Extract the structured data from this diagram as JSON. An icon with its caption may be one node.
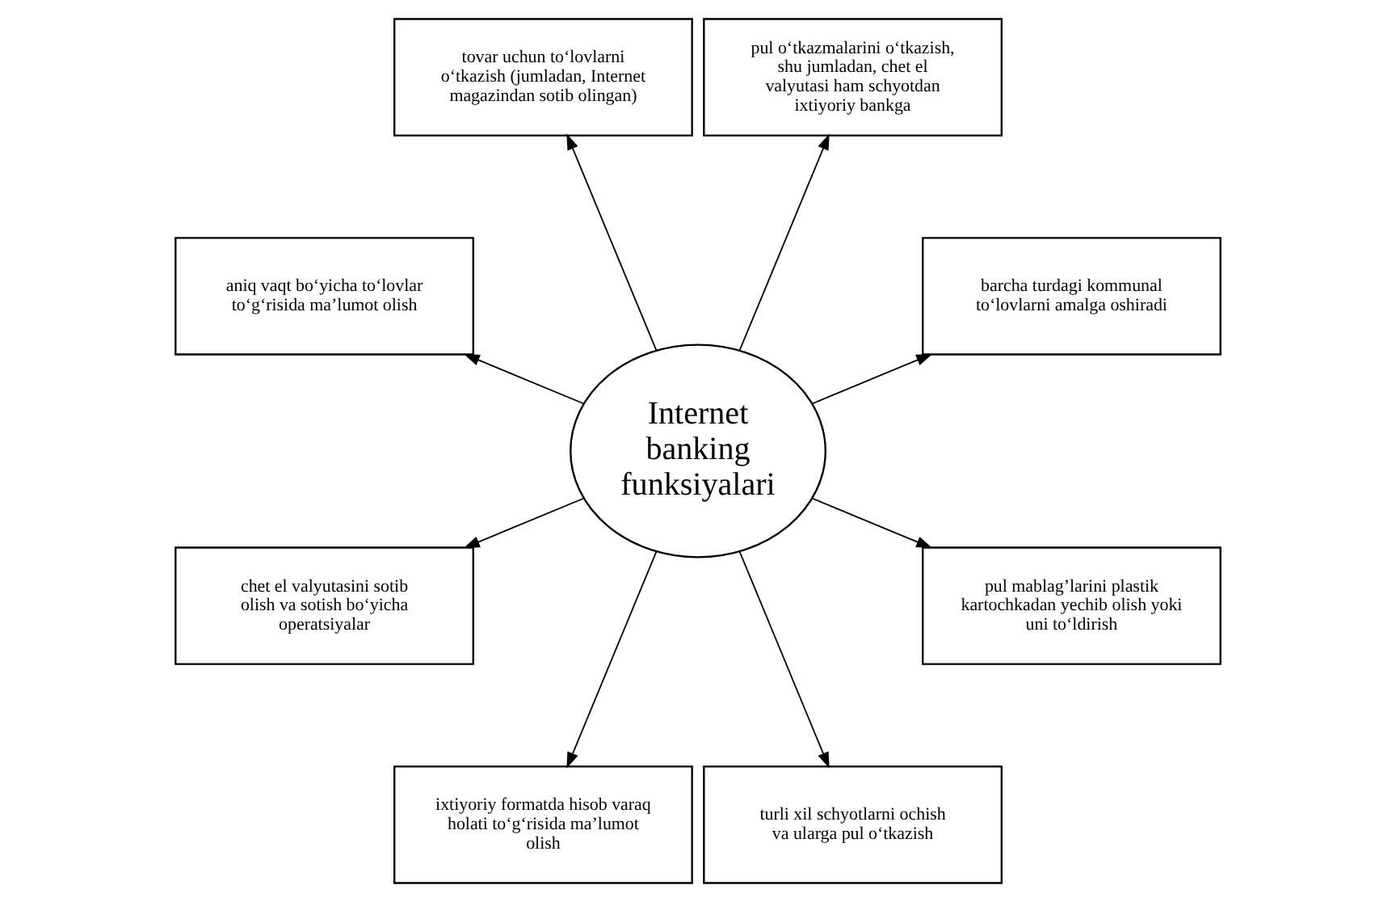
{
  "diagram": {
    "nodes": [
      {
        "text": [
          "barcha turdagi kommunal to‘lovlarni amalga oshiradi"
        ]
      },
      {
        "text": [
          "pul o‘tkazmalarini o‘tkazish, shu jumladan, chet el valyutasi ham schyotdan ixtiyoriy bankga"
        ]
      },
      {
        "text": [
          "tovar uchun to‘lovlarni o‘tkazish (jumladan, Internet magazindan sotib olingan)"
        ]
      },
      {
        "text": [
          "aniq vaqt bo‘yicha to‘lovlar to‘g‘risida ma’lumot olish"
        ]
      },
      {
        "text": [
          "Internet banking funksiyalari"
        ]
      },
      {
        "text": [
          "chet el valyutasini sotib olish va sotish bo‘yicha operatsiyalar"
        ]
      },
      {
        "text": [
          "ixtiyoriy formatda hisob varaq holati to‘g‘risida ma’lumot olish"
        ]
      },
      {
        "text": [
          "turli xil schyotlarni ochish va ularga pul o‘tkazish"
        ]
      },
      {
        "text": [
          "pul mablag’larini plastik kartochkadan yechib olish yoki uni to‘ldirish"
        ]
      }
    ],
    "edges": [
      {
        "from": 4,
        "to": 0,
        "arrow": "to"
      },
      {
        "from": 4,
        "to": 1,
        "arrow": "to"
      },
      {
        "from": 4,
        "to": 2,
        "arrow": "to"
      },
      {
        "from": 4,
        "to": 3,
        "arrow": "to"
      },
      {
        "from": 4,
        "to": 5,
        "arrow": "to"
      },
      {
        "from": 4,
        "to": 6,
        "arrow": "to"
      },
      {
        "from": 4,
        "to": 7,
        "arrow": "to"
      },
      {
        "from": 4,
        "to": 8,
        "arrow": "to"
      }
    ]
  }
}
